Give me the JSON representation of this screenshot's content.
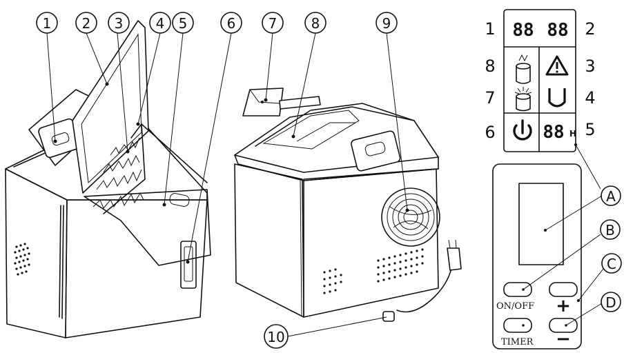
{
  "callouts": {
    "c1": "1",
    "c2": "2",
    "c3": "3",
    "c4": "4",
    "c5": "5",
    "c6": "6",
    "c7": "7",
    "c8": "8",
    "c9": "9",
    "c10": "10"
  },
  "display_panel": {
    "side_numbers": {
      "n1": "1",
      "n2": "2",
      "n3": "3",
      "n4": "4",
      "n5": "5",
      "n6": "6",
      "n7": "7",
      "n8": "8"
    },
    "clock_left": "88",
    "clock_right": "88",
    "timer_digits": "88",
    "timer_unit": "H",
    "icons": [
      "ice-full-icon",
      "warning-icon",
      "water-low-icon",
      "ice-making-icon",
      "power-icon"
    ]
  },
  "remote": {
    "letters": {
      "a": "A",
      "b": "B",
      "c": "C",
      "d": "D"
    },
    "on_off_label": "ON/OFF",
    "timer_label": "TIMER",
    "plus_label": "+",
    "minus_label": "−"
  }
}
